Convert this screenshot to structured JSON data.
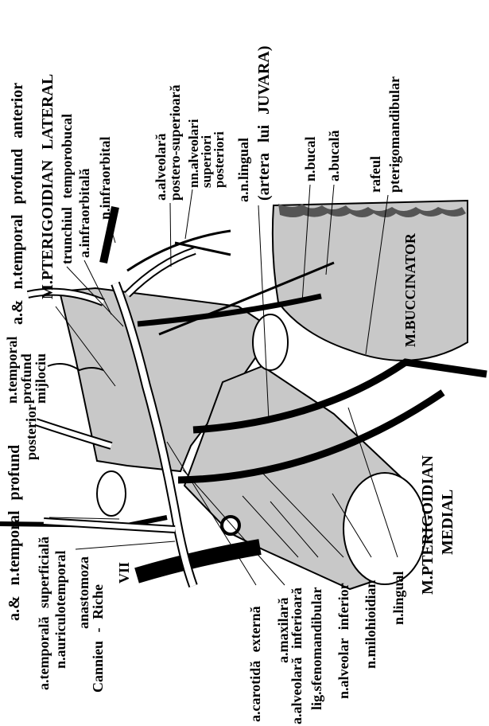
{
  "colors": {
    "muscle_fill": "#c8c8c8",
    "ink": "#000000",
    "mucosa": "#555555",
    "background": "#ffffff"
  },
  "labels": {
    "temporal_anterior": "a.& n.temporal profund anterior",
    "pterigoidian_lateral": "M.PTERIGOIDIAN LATERAL",
    "trunchiul": "trunchiul temporobucal",
    "a_infraorbitala": "a.infraorbitală",
    "n_infraorbital": "n.infraorbital",
    "a_alveolara_ps_1": "a.alveolară",
    "a_alveolara_ps_2": "postero-superioară",
    "nn_alveolari_1": "nn.alveolari",
    "nn_alveolari_2": "superiori",
    "nn_alveolari_3": "posteriori",
    "an_lingual": "a.n.lingual",
    "artera_juvara": "(artera lui JUVARA)",
    "n_bucal": "n.bucal",
    "a_bucala": "a.bucală",
    "rafeul": "rafeul",
    "pterigomandibular": "pterigomandibular",
    "buccinator": "M.BUCCINATOR",
    "temporal_mijlociu_1": "n.temporal",
    "temporal_mijlociu_2": "profund",
    "temporal_mijlociu_3": "mijlociu",
    "temporal_posterior_1": "a.& n.temporal profund",
    "temporal_posterior_2": "posterior",
    "a_temporala_superficiala": "a.temporală superficială",
    "n_auriculotemporal": "n.auriculotemporal",
    "anastomoza_1": "anastomoza",
    "anastomoza_2": "Cannieu - Riche",
    "vii": "VII",
    "a_carotida": "a.carotidă externă",
    "a_maxilara": "a.maxilară",
    "a_alveolara_inf": "a.alveolară inferioară",
    "lig_sfenomandibular": "lig.sfenomandibular",
    "n_alveolar_inf": "n.alveolar inferior",
    "n_milohioidian": "n.milohioidian",
    "n_lingual": "n.lingual",
    "pterigoidian_medial_1": "M.PTERIGOIDIAN",
    "pterigoidian_medial_2": "MEDIAL"
  }
}
